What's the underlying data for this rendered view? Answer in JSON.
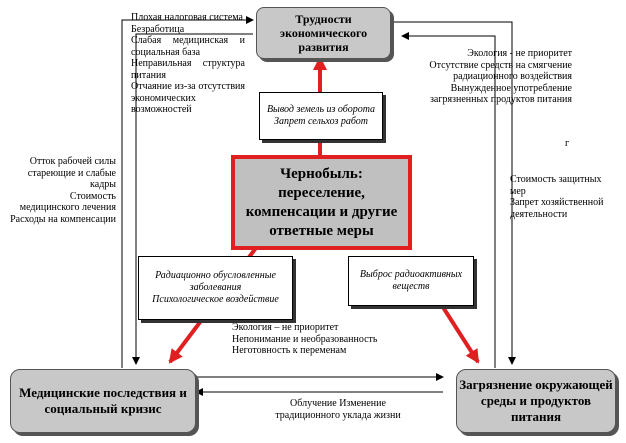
{
  "nodes": {
    "top": "Трудности экономического развития",
    "center": "Чернобыль: переселение, компенсации и другие ответные меры",
    "left": "Медицинские последствия и социальный кризис",
    "right": "Загрязнение окружающей среды и продуктов питания"
  },
  "boxes": {
    "top_mid": "Вывод земель из оборота\nЗапрет сельхоз работ",
    "left_mid": "Радиационно обусловленные заболевания\nПсихологическое воздействие",
    "right_mid": "Выброс радиоактивных веществ"
  },
  "labels": {
    "top_left": "Плохая налоговая система\nБезработица\nСлабая медицинская и социальная база\nНеправильная структура питания\nОтчаяние из-за отсутствия экономических возможностей",
    "top_right": "Экология - не приоритет\nОтсутствие средств на смягчение радиационного воздействия\nВынужденное употребление загрязненных продуктов питания",
    "mid_left": "Отток рабочей силы стареющие и слабые кадры\nСтоимость медицинского лечения\nРасходы на компенсации",
    "mid_right": "Стоимость защитных мер\nЗапрет хозяйственной деятельности",
    "bottom_upper": "Экология – не приоритет\nНепонимание и необразованность\nНеготовность к переменам",
    "bottom_lower": "Облучение Изменение традиционного уклада жизни",
    "tick": "г"
  },
  "colors": {
    "accent": "#e02020",
    "node_fill": "#c8c8c8"
  }
}
